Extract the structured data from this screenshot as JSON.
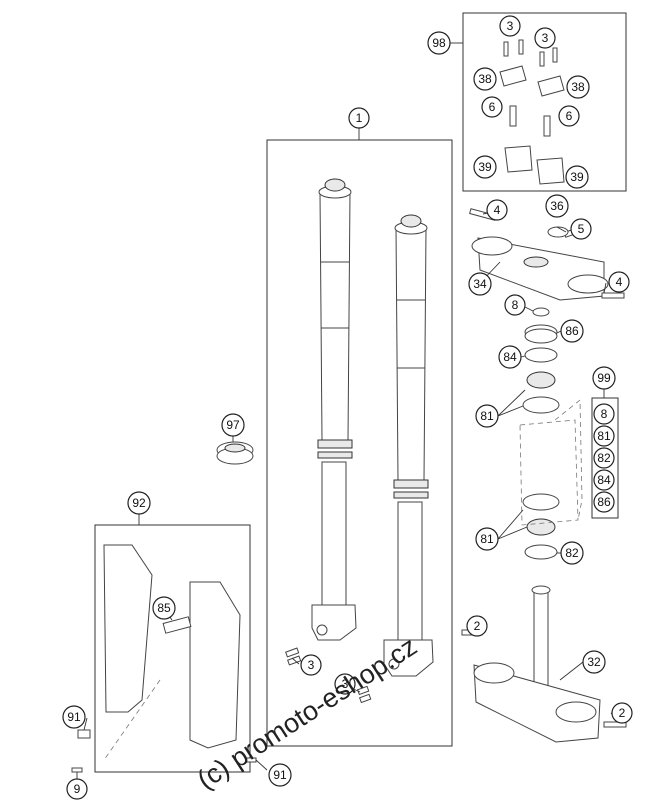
{
  "watermark": "(c) promoto-eshop.cz",
  "callouts": [
    {
      "id": "98",
      "label": "98"
    },
    {
      "id": "3a",
      "label": "3"
    },
    {
      "id": "3b",
      "label": "3"
    },
    {
      "id": "38a",
      "label": "38"
    },
    {
      "id": "38b",
      "label": "38"
    },
    {
      "id": "6a",
      "label": "6"
    },
    {
      "id": "6b",
      "label": "6"
    },
    {
      "id": "39a",
      "label": "39"
    },
    {
      "id": "39b",
      "label": "39"
    },
    {
      "id": "1",
      "label": "1"
    },
    {
      "id": "4a",
      "label": "4"
    },
    {
      "id": "36",
      "label": "36"
    },
    {
      "id": "5",
      "label": "5"
    },
    {
      "id": "34",
      "label": "34"
    },
    {
      "id": "4b",
      "label": "4"
    },
    {
      "id": "8",
      "label": "8"
    },
    {
      "id": "86",
      "label": "86"
    },
    {
      "id": "84",
      "label": "84"
    },
    {
      "id": "99",
      "label": "99"
    },
    {
      "id": "81a",
      "label": "81"
    },
    {
      "id": "97",
      "label": "97"
    },
    {
      "id": "92",
      "label": "92"
    },
    {
      "id": "81b",
      "label": "81"
    },
    {
      "id": "82",
      "label": "82"
    },
    {
      "id": "85",
      "label": "85"
    },
    {
      "id": "2a",
      "label": "2"
    },
    {
      "id": "3c",
      "label": "3"
    },
    {
      "id": "32",
      "label": "32"
    },
    {
      "id": "3d",
      "label": "3"
    },
    {
      "id": "91a",
      "label": "91"
    },
    {
      "id": "2b",
      "label": "2"
    },
    {
      "id": "9",
      "label": "9"
    },
    {
      "id": "91b",
      "label": "91"
    }
  ],
  "kit_99": [
    "8",
    "81",
    "82",
    "84",
    "86"
  ]
}
